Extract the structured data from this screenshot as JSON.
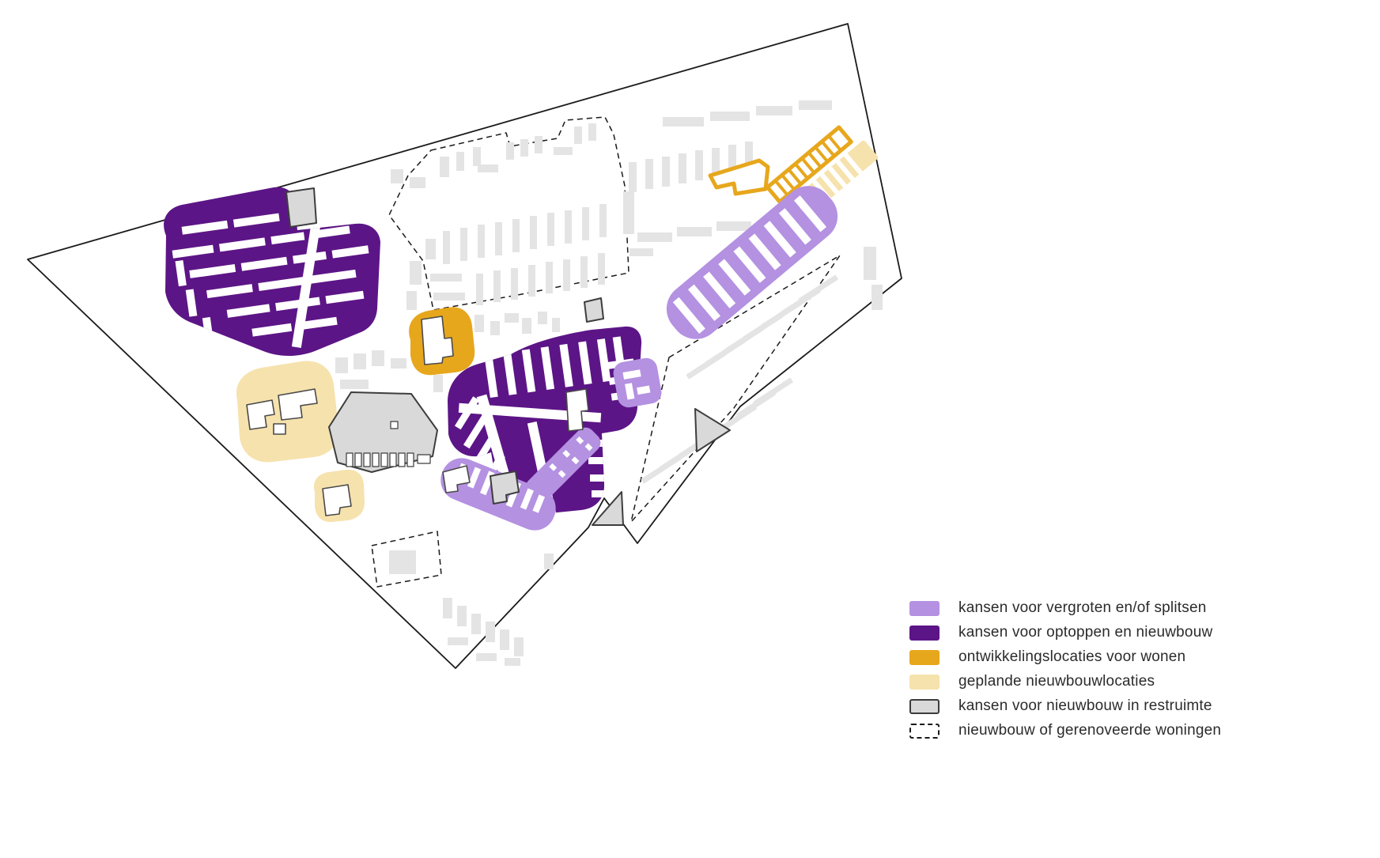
{
  "page": {
    "background": "#ffffff"
  },
  "legend": {
    "items": [
      {
        "id": "vergroten",
        "label": "kansen voor vergroten en/of splitsen",
        "color": "#b491e1",
        "swatch_style": "background:#b491e1"
      },
      {
        "id": "optoppen",
        "label": "kansen voor optoppen en nieuwbouw",
        "color": "#5c1586",
        "swatch_style": "background:#5c1586"
      },
      {
        "id": "ontwikkeling",
        "label": "ontwikkelingslocaties voor wonen",
        "color": "#e7a71c",
        "swatch_style": "background:#e7a71c"
      },
      {
        "id": "gepland",
        "label": "geplande nieuwbouwlocaties",
        "color": "#f6e2ad",
        "swatch_style": "background:#f6e2ad"
      },
      {
        "id": "restruimte",
        "label": "kansen voor nieuwbouw in restruimte",
        "color": "#d9d9d9",
        "swatch_style": "background:#d9d9d9;border:2px solid #3d3d3d"
      },
      {
        "id": "renovatie",
        "label": "nieuwbouw of gerenoveerde woningen",
        "color": "#ffffff",
        "swatch_style": "background:#ffffff;border:2px dashed #1a1a1a"
      }
    ]
  },
  "map": {
    "colors": {
      "lavender": "#b491e1",
      "purple": "#5c1586",
      "gold": "#e7a71c",
      "cream": "#f6e2ad",
      "grayfill": "#d9d9d9",
      "graystroke": "#3d3d3d",
      "exist": "#e4e4e4",
      "boundary": "#1a1a1a",
      "dash": "#1a1a1a"
    }
  }
}
